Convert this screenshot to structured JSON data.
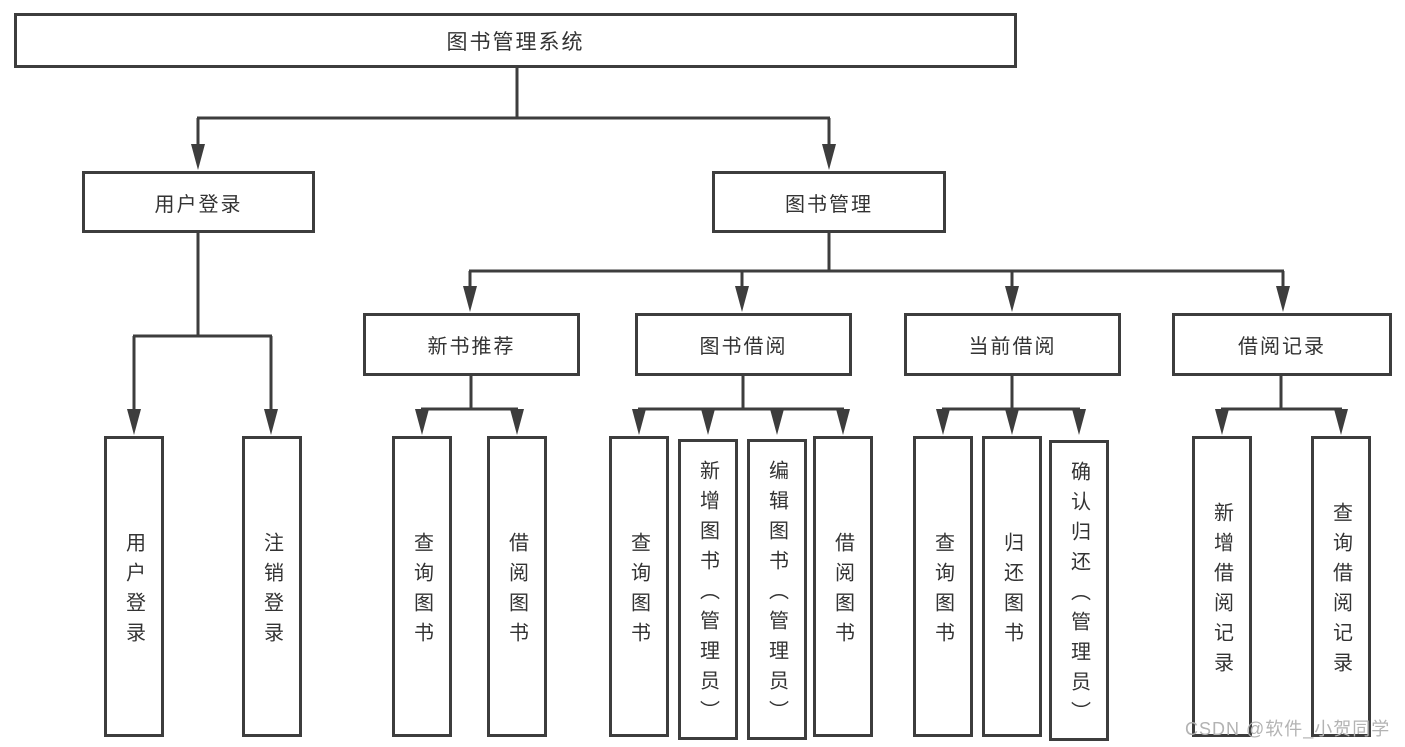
{
  "diagram_title": "图书管理系统",
  "nodes": {
    "root": "图书管理系统",
    "user_login": "用户登录",
    "book_management": "图书管理",
    "new_book_recommend": "新书推荐",
    "book_borrow": "图书借阅",
    "current_borrow": "当前借阅",
    "borrow_records": "借阅记录",
    "leaf_user_login": "用户登录",
    "leaf_logout": "注销登录",
    "leaf_nb_query_book": "查询图书",
    "leaf_nb_borrow_book": "借阅图书",
    "leaf_bb_query_book": "查询图书",
    "leaf_bb_add_book_admin": "新增图书（管理员）",
    "leaf_bb_edit_book_admin": "编辑图书（管理员）",
    "leaf_bb_borrow_book": "借阅图书",
    "leaf_cb_query_book": "查询图书",
    "leaf_cb_return_book": "归还图书",
    "leaf_cb_confirm_return_admin": "确认归还（管理员）",
    "leaf_br_add_record": "新增借阅记录",
    "leaf_br_query_record": "查询借阅记录"
  },
  "watermark": "CSDN @软件_小贺同学",
  "colors": {
    "line": "#3d3d3d",
    "text": "#333333",
    "watermark": "#b3b3b3",
    "background": "#ffffff"
  }
}
